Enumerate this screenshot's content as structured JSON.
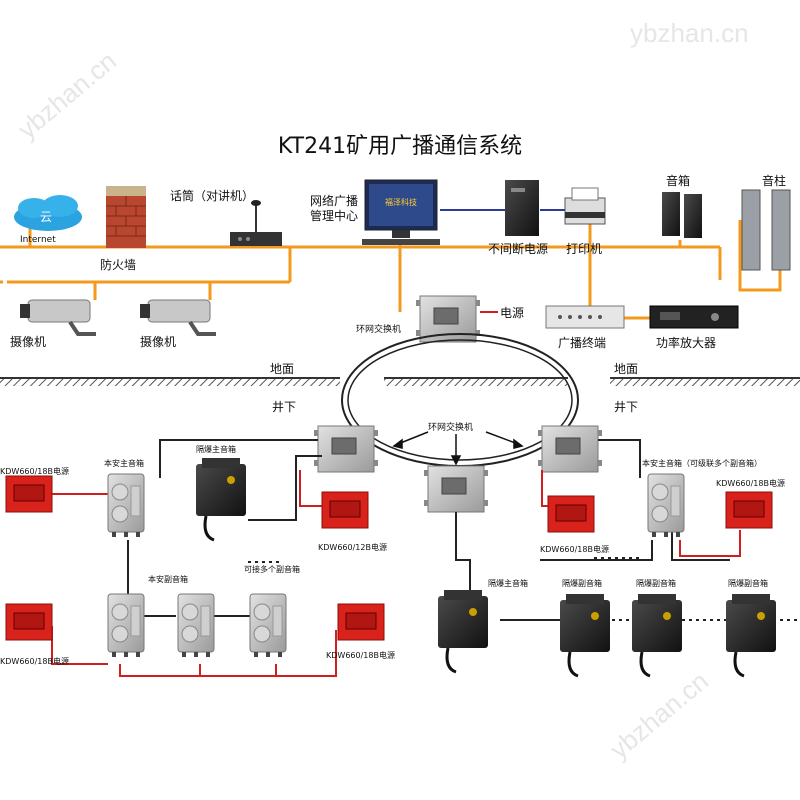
{
  "watermark": {
    "text": "ybzhan.cn"
  },
  "title": "KT241矿用广播通信系统",
  "labels": {
    "internet": "Internet",
    "cloud_glyph": "云",
    "firewall": "防火墙",
    "handset": "话筒（对讲机）",
    "network_center": "网络广播\n管理中心",
    "network_center_l1": "网络广播",
    "network_center_l2": "管理中心",
    "ups": "不间断电源",
    "printer": "打印机",
    "speaker_box": "音箱",
    "speaker_column": "音柱",
    "camera": "摄像机",
    "power": "电源",
    "ring_switch": "环网交换机",
    "broadcast_terminal": "广播终端",
    "amplifier": "功率放大器",
    "ground": "地面",
    "underground": "井下",
    "intrinsic_main": "本安主音箱",
    "intrinsic_main_multi": "本安主音箱（可级联多个副音箱）",
    "flameproof_main": "隔爆主音箱",
    "flameproof_sub": "隔爆副音箱",
    "intrinsic_sub": "本安副音箱",
    "psu_18b": "KDW660/18B电源",
    "psu_12b": "KDW660/12B电源",
    "connect_multi": "可接多个副音箱",
    "monitor_brand": "福泽科技"
  },
  "colors": {
    "network_line": "#f39a1e",
    "signal_line": "#d11f1f",
    "cable": "#222222",
    "psu_box": "#d8221b",
    "steel": "#b9b9b9",
    "flameproof": "#2a2a2a"
  }
}
